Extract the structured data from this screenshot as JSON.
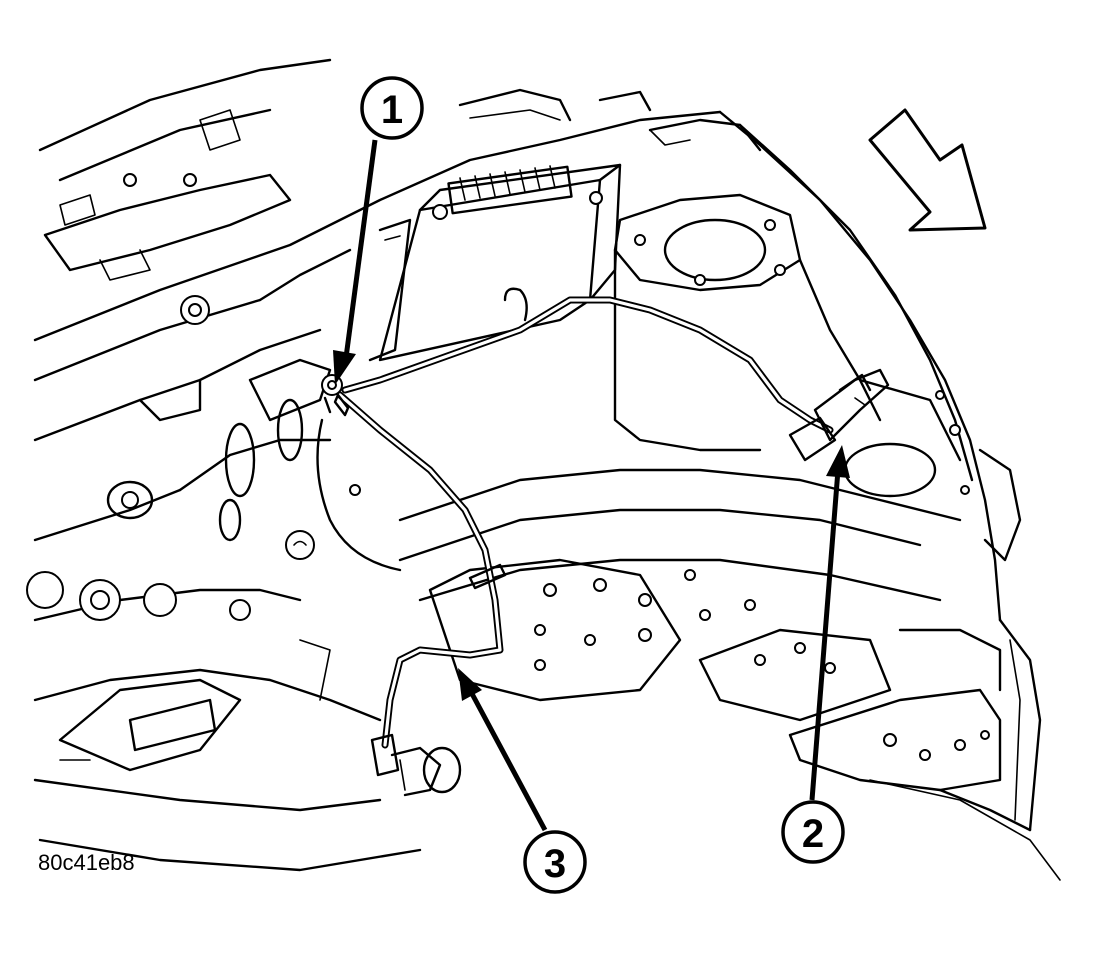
{
  "callouts": [
    {
      "label": "1"
    },
    {
      "label": "2"
    },
    {
      "label": "3"
    }
  ],
  "figure_code": "80c41eb8"
}
